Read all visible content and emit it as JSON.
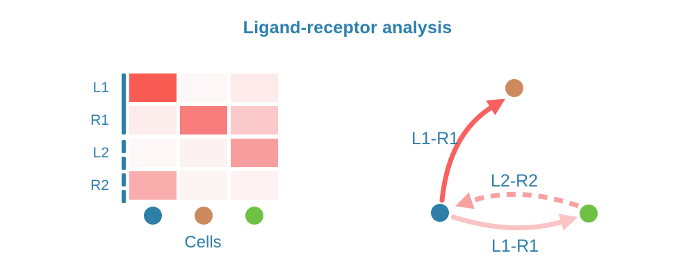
{
  "title": "Ligand-receptor analysis",
  "colors": {
    "title": "#2e80ae",
    "label": "#2e7eab",
    "group_bar": "#2e7eab"
  },
  "chart_data": [
    {
      "type": "heatmap",
      "title": "Ligand-receptor expression heatmap",
      "rows": [
        "L1",
        "R1",
        "L2",
        "R2"
      ],
      "columns": [
        "blue-cell",
        "orange-cell",
        "green-cell"
      ],
      "values": [
        [
          1.0,
          0.02,
          0.08
        ],
        [
          0.07,
          0.8,
          0.25
        ],
        [
          0.02,
          0.05,
          0.5
        ],
        [
          0.35,
          0.03,
          0.05
        ]
      ],
      "cell_colors": [
        [
          "#fa5b53",
          "#fef7f7",
          "#fdeaea"
        ],
        [
          "#fcecec",
          "#f97d7d",
          "#fbc9c9"
        ],
        [
          "#fef7f7",
          "#fdf2f2",
          "#f99e9e"
        ],
        [
          "#f9adad",
          "#fdf4f4",
          "#fef2f2"
        ]
      ],
      "row_groups": [
        {
          "rows": [
            "L1",
            "R1"
          ],
          "marker_style": "solid"
        },
        {
          "rows": [
            "L2",
            "R2"
          ],
          "marker_style": "dashed"
        }
      ],
      "column_dot_colors": [
        "#2e7fa8",
        "#cd8a5f",
        "#6dc244"
      ],
      "xlabel": "Cells"
    },
    {
      "type": "network-diagram",
      "nodes": [
        {
          "id": "blue-cell",
          "color": "#2e7fa8"
        },
        {
          "id": "orange-cell",
          "color": "#cd8a5f"
        },
        {
          "id": "green-cell",
          "color": "#6dc244"
        }
      ],
      "edges": [
        {
          "from": "blue-cell",
          "to": "orange-cell",
          "label": "L1-R1",
          "style": "solid",
          "color": "#f96161"
        },
        {
          "from": "green-cell",
          "to": "blue-cell",
          "label": "L2-R2",
          "style": "dashed",
          "color": "#f9a1a1"
        },
        {
          "from": "blue-cell",
          "to": "green-cell",
          "label": "L1-R1",
          "style": "solid",
          "color": "#fbc4c4"
        }
      ]
    }
  ]
}
